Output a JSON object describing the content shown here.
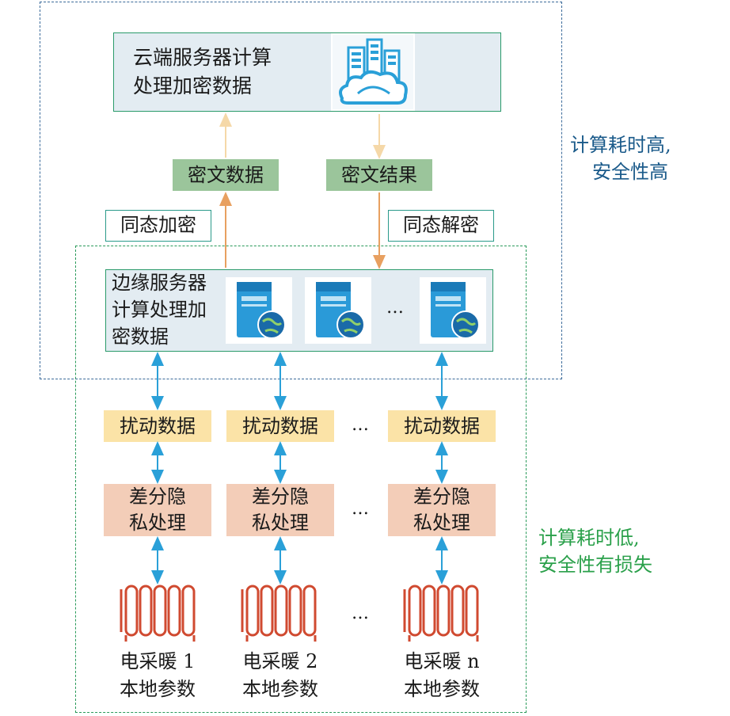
{
  "cloud": {
    "label_line1": "云端服务器计算",
    "label_line2": "处理加密数据",
    "icon": "cloud-server-icon"
  },
  "cipher_data_tag": "密文数据",
  "cipher_result_tag": "密文结果",
  "homomorphic_encrypt": "同态加密",
  "homomorphic_decrypt": "同态解密",
  "edge": {
    "label_line1": "边缘服务器",
    "label_line2": "计算处理加",
    "label_line3": "密数据",
    "server_icon": "server-globe-icon"
  },
  "columns": [
    {
      "perturbed": "扰动数据",
      "dp_line1": "差分隐",
      "dp_line2": "私处理",
      "heater_line1": "电采暖 1",
      "heater_line2": "本地参数"
    },
    {
      "perturbed": "扰动数据",
      "dp_line1": "差分隐",
      "dp_line2": "私处理",
      "heater_line1": "电采暖 2",
      "heater_line2": "本地参数"
    },
    {
      "perturbed": "扰动数据",
      "dp_line1": "差分隐",
      "dp_line2": "私处理",
      "heater_line1": "电采暖 n",
      "heater_line2": "本地参数"
    }
  ],
  "ellipsis": "…",
  "note_cloud": {
    "line1": "计算耗时高,",
    "line2": "安全性高"
  },
  "note_edge": {
    "line1": "计算耗时低,",
    "line2": "安全性有损失"
  },
  "colors": {
    "cloud_border": "#3a6a9a",
    "edge_border": "#2a9a5a",
    "arrow_orange": "#e8a060",
    "arrow_blue": "#2aa0d8",
    "heater_red": "#d04a30"
  }
}
